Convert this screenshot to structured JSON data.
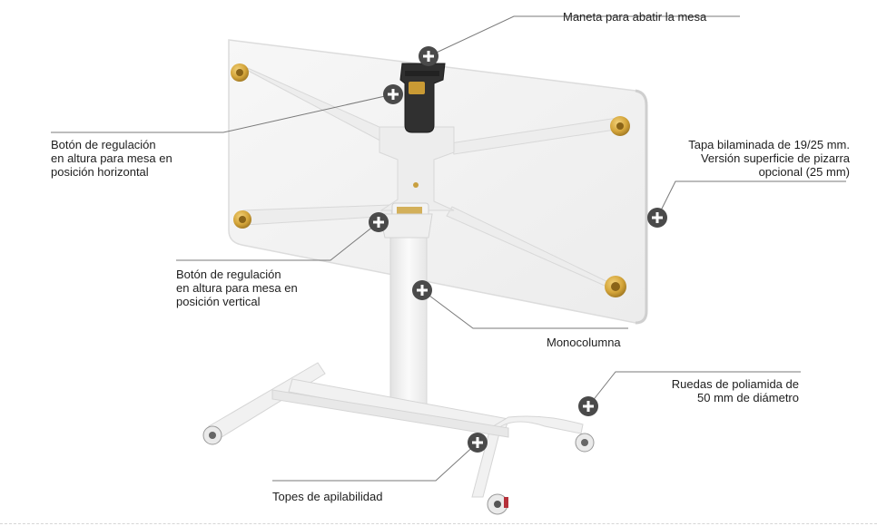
{
  "labels": {
    "handle": "Maneta para abatir la mesa",
    "btn_horizontal": [
      "Botón de regulación",
      "en altura para mesa en",
      "posición horizontal"
    ],
    "top": [
      "Tapa bilaminada de 19/25 mm.",
      "Versión superficie de pizarra",
      "opcional (25 mm)"
    ],
    "btn_vertical": [
      "Botón de regulación",
      "en altura para mesa en",
      "posición vertical"
    ],
    "column": "Monocolumna",
    "wheels": [
      "Ruedas de poliamida de",
      "50 mm de diámetro"
    ],
    "stoppers": "Topes de apilabilidad"
  },
  "colors": {
    "hotspot": "#4a4a4a",
    "leader": "#7a7a7a",
    "tabletop": "#f4f4f4",
    "frame": "#e9e9e9",
    "gold": "#d4a53a",
    "handle": "#2e2e2e"
  }
}
